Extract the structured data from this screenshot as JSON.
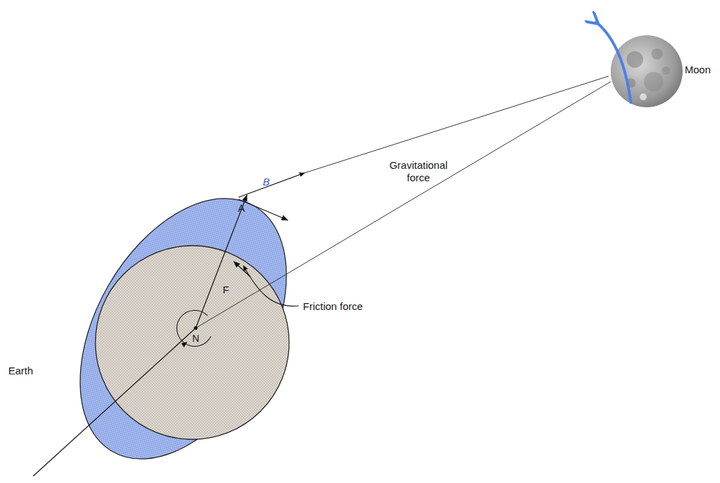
{
  "diagram": {
    "labels": [
      "Moon",
      "Gravitational force",
      "A",
      "B",
      "F",
      "Friction force",
      "Earth",
      "N"
    ]
  }
}
